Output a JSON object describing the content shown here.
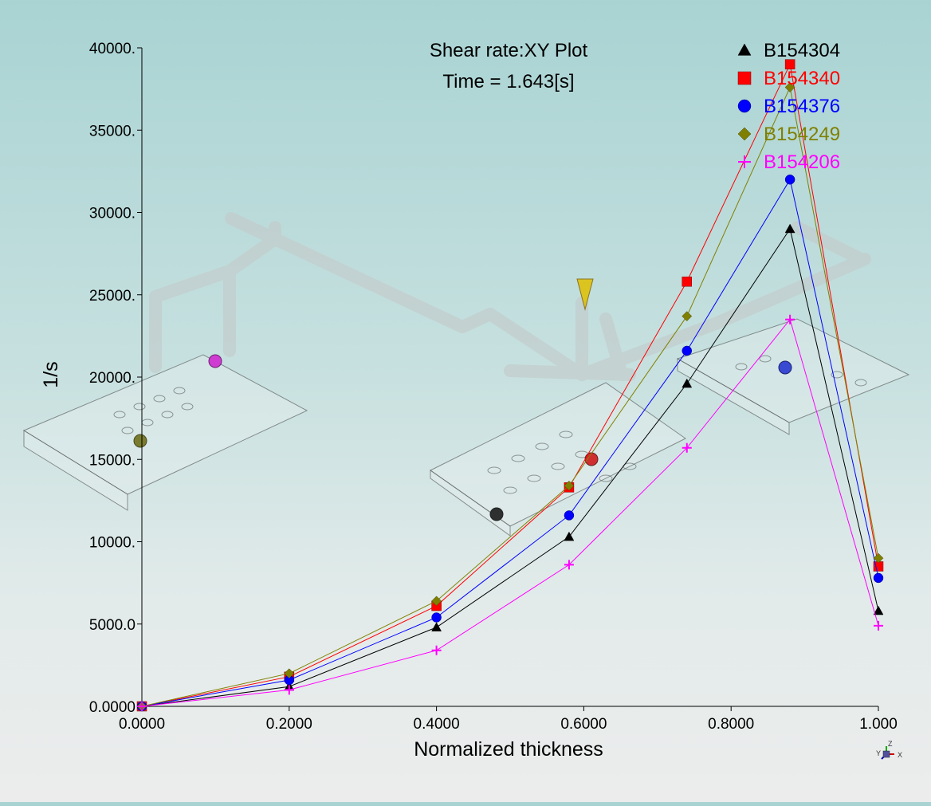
{
  "chart_data": {
    "type": "line",
    "title": "Shear rate:XY Plot",
    "subtitle": "Time = 1.643[s]",
    "xlabel": "Normalized thickness",
    "ylabel": "1/s",
    "xlim": [
      0,
      1
    ],
    "ylim": [
      0,
      40000
    ],
    "x_ticks": [
      0,
      0.2,
      0.4,
      0.6,
      0.8,
      1.0
    ],
    "x_tick_labels": [
      "0.0000",
      "0.2000",
      "0.4000",
      "0.6000",
      "0.8000",
      "1.000"
    ],
    "y_ticks": [
      0,
      5000,
      10000,
      15000,
      20000,
      25000,
      30000,
      35000,
      40000
    ],
    "y_tick_labels": [
      "0.0000",
      "5000.0",
      "10000.",
      "15000.",
      "20000.",
      "25000.",
      "30000.",
      "35000.",
      "40000."
    ],
    "grid": false,
    "legend_position": "top-right",
    "x": [
      0.0,
      0.2,
      0.4,
      0.58,
      0.74,
      0.88,
      1.0
    ],
    "series": [
      {
        "name": "B154304",
        "color": "#000000",
        "marker": "triangle",
        "values": [
          0,
          1200,
          4800,
          10300,
          19600,
          29000,
          5800
        ]
      },
      {
        "name": "B154340",
        "color": "#ff0000",
        "marker": "square",
        "values": [
          0,
          1800,
          6100,
          13300,
          25800,
          39000,
          8500
        ]
      },
      {
        "name": "B154376",
        "color": "#0000ff",
        "marker": "circle",
        "values": [
          0,
          1600,
          5400,
          11600,
          21600,
          32000,
          7800
        ]
      },
      {
        "name": "B154249",
        "color": "#808000",
        "marker": "diamond",
        "values": [
          0,
          2000,
          6400,
          13400,
          23700,
          37600,
          9000
        ]
      },
      {
        "name": "B154206",
        "color": "#ff00ff",
        "marker": "plus",
        "values": [
          0,
          1000,
          3400,
          8600,
          15700,
          23500,
          4900
        ]
      }
    ]
  },
  "background_model": {
    "description_colors": {
      "pipe": "#c4cccc",
      "outline": "#222222"
    }
  },
  "triad": {
    "labels": [
      "Y",
      "Z",
      "X"
    ]
  }
}
